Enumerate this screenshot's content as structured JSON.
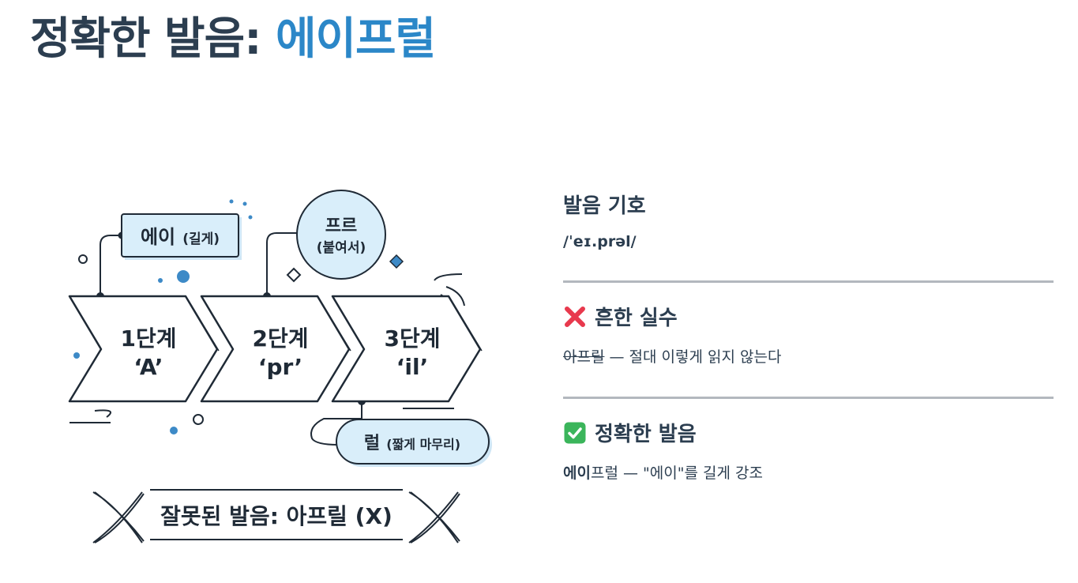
{
  "header": {
    "title_prefix": "정확한 발음:",
    "title_word": "에이프럴"
  },
  "illustration": {
    "step1": {
      "label": "1단계",
      "sound": "‘A’"
    },
    "step2": {
      "label": "2단계",
      "sound": "‘pr’"
    },
    "step3": {
      "label": "3단계",
      "sound": "‘il’"
    },
    "callout1": {
      "main": "에이",
      "note": "(길게)"
    },
    "callout2": {
      "main": "프르",
      "note": "(붙여서)"
    },
    "callout3": {
      "main": "럴",
      "note": "(짧게 마무리)"
    },
    "banner": "잘못된 발음: 아프릴 (X)"
  },
  "sections": {
    "ipa": {
      "heading": "발음 기호",
      "text": "/ˈeɪ.prəl/"
    },
    "mistake": {
      "icon": "cross-mark-icon",
      "heading": "흔한 실수",
      "wrong": "아프릴",
      "rest": " — 절대 이렇게 읽지 않는다"
    },
    "correct": {
      "icon": "check-mark-icon",
      "heading": "정확한 발음",
      "bold": "에이",
      "rest": "프럴 — \"에이\"를 길게 강조"
    }
  },
  "colors": {
    "title": "#2c3e50",
    "accent": "#2b87c8",
    "bubble_fill": "#d6ecf8",
    "divider": "#b3b8be",
    "cross": "#e8394d",
    "check": "#3bb55b"
  }
}
